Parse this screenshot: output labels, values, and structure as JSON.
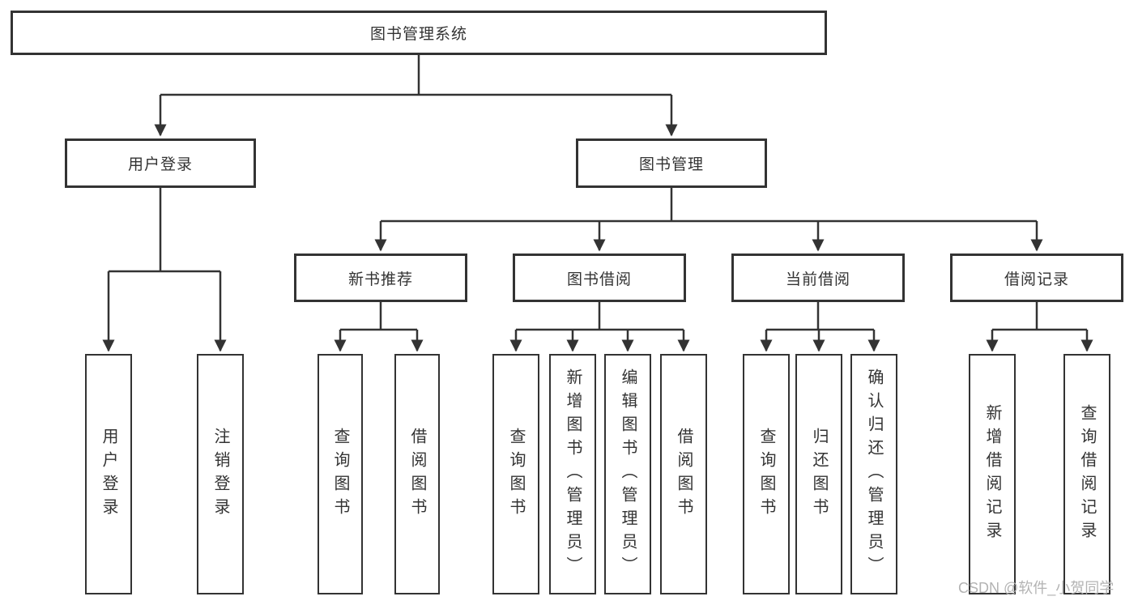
{
  "colors": {
    "line": "#333333",
    "text": "#333333",
    "box_background": "#ffffff",
    "watermark": "#b3b3b3"
  },
  "diagram": {
    "type": "tree",
    "root": {
      "label": "图书管理系统"
    },
    "branches": [
      {
        "label": "用户登录",
        "children": [
          {
            "label": "用户登录"
          },
          {
            "label": "注销登录"
          }
        ]
      },
      {
        "label": "图书管理",
        "children": [
          {
            "label": "新书推荐",
            "children": [
              {
                "label": "查询图书"
              },
              {
                "label": "借阅图书"
              }
            ]
          },
          {
            "label": "图书借阅",
            "children": [
              {
                "label": "查询图书"
              },
              {
                "label": "新增图书（管理员）"
              },
              {
                "label": "编辑图书（管理员）"
              },
              {
                "label": "借阅图书"
              }
            ]
          },
          {
            "label": "当前借阅",
            "children": [
              {
                "label": "查询图书"
              },
              {
                "label": "归还图书"
              },
              {
                "label": "确认归还（管理员）"
              }
            ]
          },
          {
            "label": "借阅记录",
            "children": [
              {
                "label": "新增借阅记录"
              },
              {
                "label": "查询借阅记录"
              }
            ]
          }
        ]
      }
    ]
  },
  "watermark": {
    "text": "CSDN @软件_小贺同学"
  }
}
